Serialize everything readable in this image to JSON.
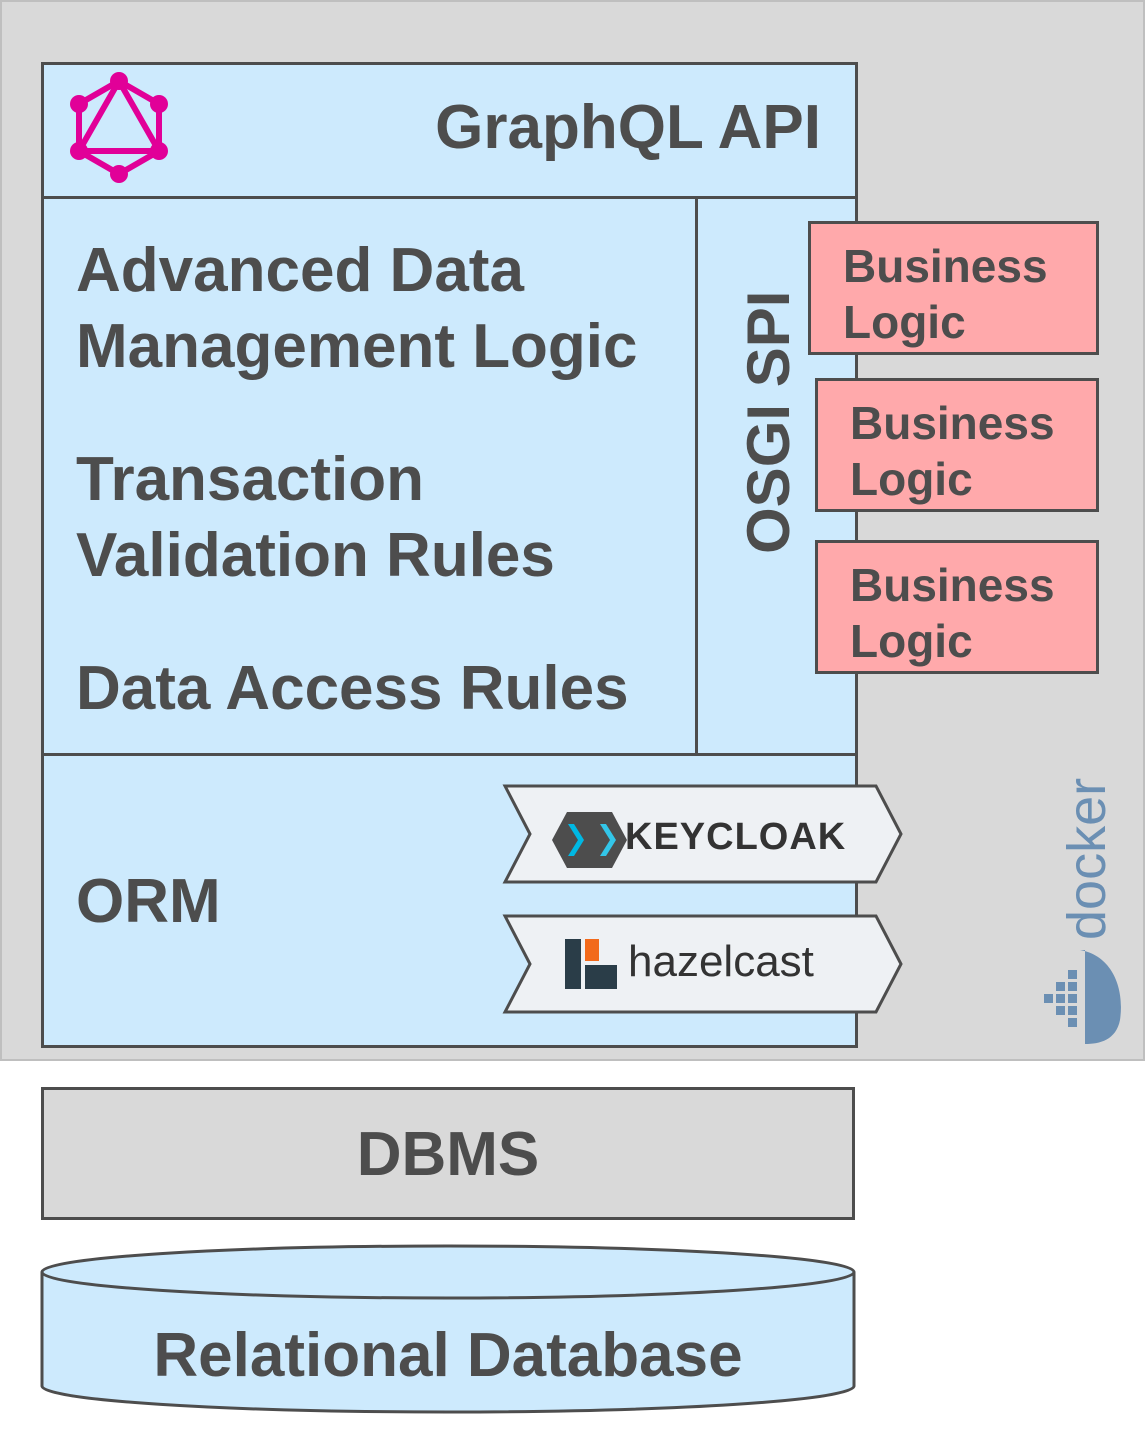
{
  "graphql": {
    "title": "GraphQL API",
    "icon": "graphql-icon",
    "color": "#e10098"
  },
  "core_logic": {
    "line1": "Advanced Data",
    "line2": "Management Logic",
    "line3": "Transaction",
    "line4": "Validation Rules",
    "line5": "Data Access Rules"
  },
  "osgi": {
    "label": "OSGI SPI"
  },
  "business_logic": [
    {
      "line1": "Business",
      "line2": "Logic"
    },
    {
      "line1": "Business",
      "line2": "Logic"
    },
    {
      "line1": "Business",
      "line2": "Logic"
    }
  ],
  "orm": {
    "label": "ORM"
  },
  "integrations": {
    "keycloak": "KEYCLOAK",
    "hazelcast": "hazelcast"
  },
  "docker": {
    "label": "docker",
    "icon": "docker-whale-icon"
  },
  "dbms": {
    "label": "DBMS"
  },
  "database": {
    "label": "Relational Database"
  },
  "colors": {
    "container_bg": "#d9d9d9",
    "layer_bg": "#cdeafd",
    "business_logic_bg": "#ffa9ab",
    "text": "#4d4d4d"
  }
}
